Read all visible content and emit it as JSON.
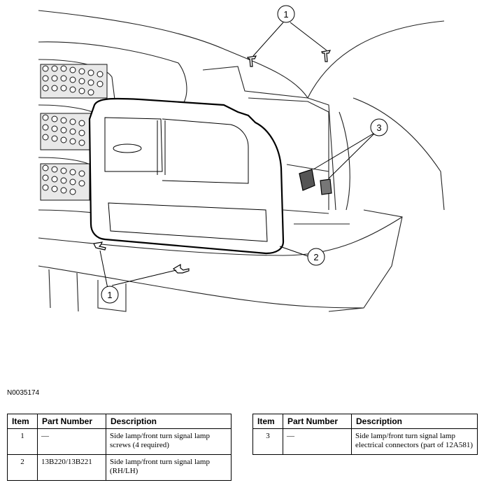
{
  "figure": {
    "id": "N0035174",
    "callouts": [
      {
        "label": "1"
      },
      {
        "label": "2"
      },
      {
        "label": "3"
      },
      {
        "label": "1"
      }
    ]
  },
  "table_headers": {
    "item": "Item",
    "part_number": "Part Number",
    "description": "Description"
  },
  "left_rows": [
    {
      "item": "1",
      "part_number": "—",
      "description": "Side lamp/front turn signal lamp screws (4 required)"
    },
    {
      "item": "2",
      "part_number": "13B220/13B221",
      "description": "Side lamp/front turn signal lamp (RH/LH)"
    }
  ],
  "right_rows": [
    {
      "item": "3",
      "part_number": "—",
      "description": "Side lamp/front turn signal lamp electrical connectors (part of 12A581)"
    }
  ]
}
